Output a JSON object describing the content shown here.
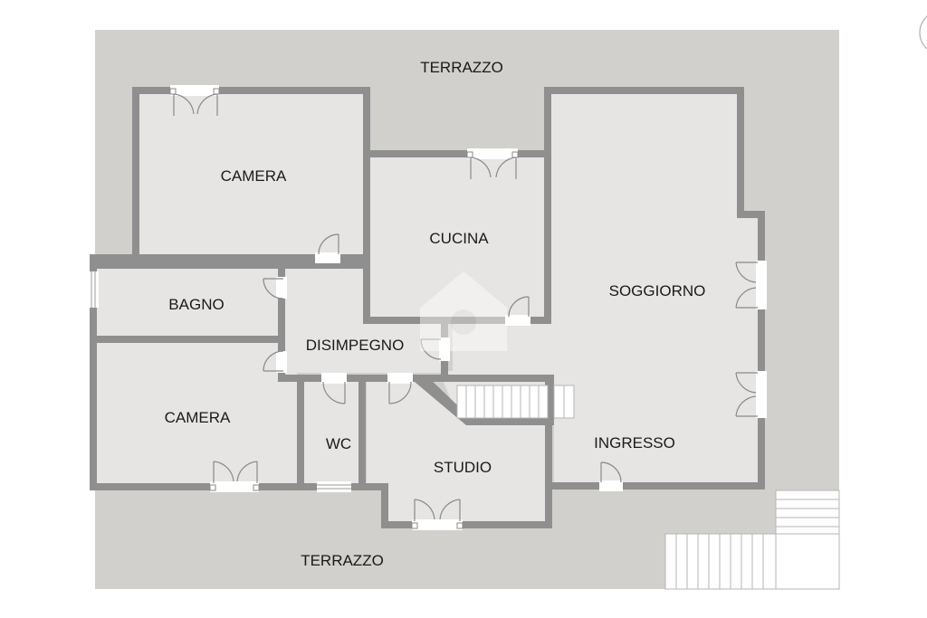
{
  "plan": {
    "labels": {
      "terrazzo_top": "TERRAZZO",
      "terrazzo_bottom": "TERRAZZO",
      "camera_top": "CAMERA",
      "cucina": "CUCINA",
      "soggiorno": "SOGGIORNO",
      "bagno": "BAGNO",
      "disimpegno": "DISIMPEGNO",
      "camera_bottom": "CAMERA",
      "wc": "WC",
      "studio": "STUDIO",
      "ingresso": "INGRESSO"
    },
    "colors": {
      "terrace": "#d2d0cd",
      "floor": "#e6e5e3",
      "wall": "#8f8f8f",
      "text": "#1a1a1a"
    }
  }
}
